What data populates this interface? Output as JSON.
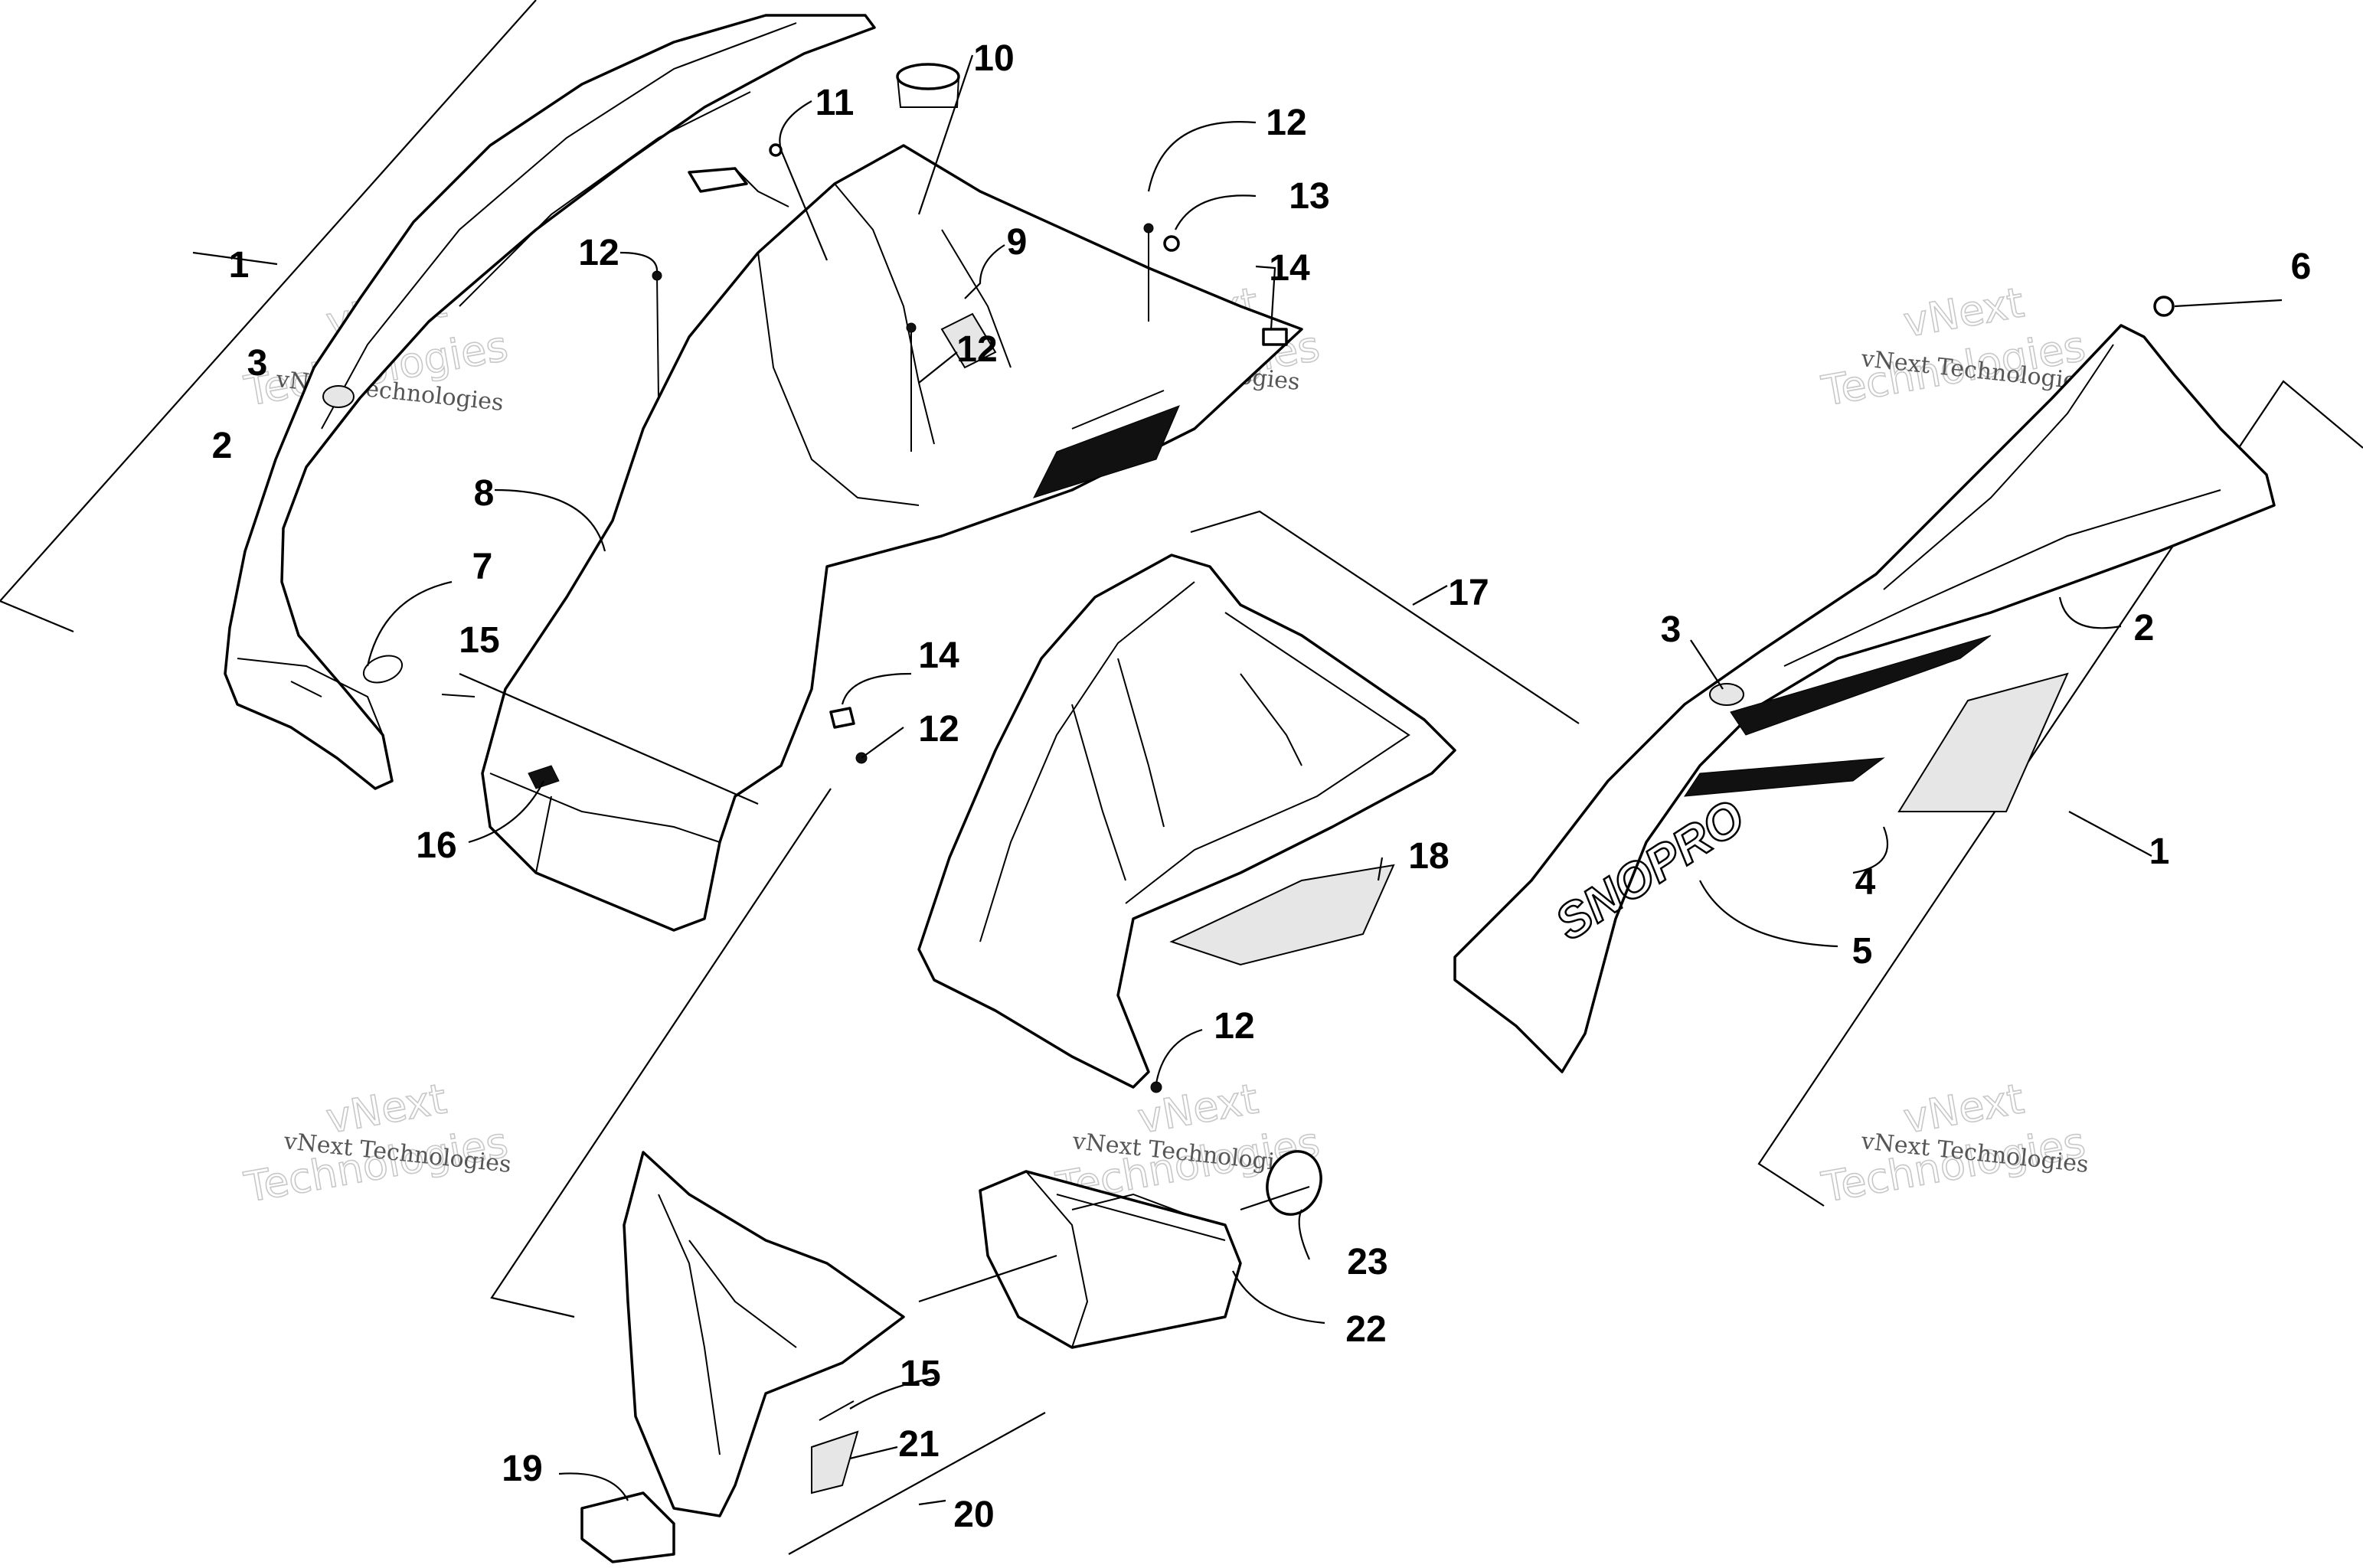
{
  "watermark": {
    "company": "vNext Technologies",
    "line1": "vNext",
    "line2": "Technologies"
  },
  "callouts": [
    {
      "label": "1",
      "part": "side-panel-assembly-left"
    },
    {
      "label": "1",
      "part": "side-panel-assembly-right"
    },
    {
      "label": "2",
      "part": "side-panel-left"
    },
    {
      "label": "2",
      "part": "side-panel-right"
    },
    {
      "label": "3",
      "part": "foam-pad-left"
    },
    {
      "label": "3",
      "part": "foam-pad-right"
    },
    {
      "label": "4",
      "part": "side-decal"
    },
    {
      "label": "5",
      "part": "snopro-decal"
    },
    {
      "label": "6",
      "part": "push-rivet"
    },
    {
      "label": "7",
      "part": "grommet-ring"
    },
    {
      "label": "8",
      "part": "hood"
    },
    {
      "label": "9",
      "part": "foam-insert"
    },
    {
      "label": "10",
      "part": "grommet-plug"
    },
    {
      "label": "11",
      "part": "wire-harness"
    },
    {
      "label": "12",
      "part": "screw"
    },
    {
      "label": "12",
      "part": "screw"
    },
    {
      "label": "12",
      "part": "screw"
    },
    {
      "label": "12",
      "part": "screw"
    },
    {
      "label": "12",
      "part": "screw"
    },
    {
      "label": "13",
      "part": "washer"
    },
    {
      "label": "14",
      "part": "clip-nut"
    },
    {
      "label": "14",
      "part": "clip-nut"
    },
    {
      "label": "15",
      "part": "screw-long"
    },
    {
      "label": "15",
      "part": "screw-long"
    },
    {
      "label": "16",
      "part": "foam-strip"
    },
    {
      "label": "17",
      "part": "air-box-assembly"
    },
    {
      "label": "18",
      "part": "air-box-foam"
    },
    {
      "label": "19",
      "part": "bracket"
    },
    {
      "label": "20",
      "part": "nose-pan-assembly"
    },
    {
      "label": "21",
      "part": "nose-pan-foam"
    },
    {
      "label": "22",
      "part": "intake-duct"
    },
    {
      "label": "23",
      "part": "hose-clamp"
    }
  ],
  "decal_text": "SNOPRO"
}
